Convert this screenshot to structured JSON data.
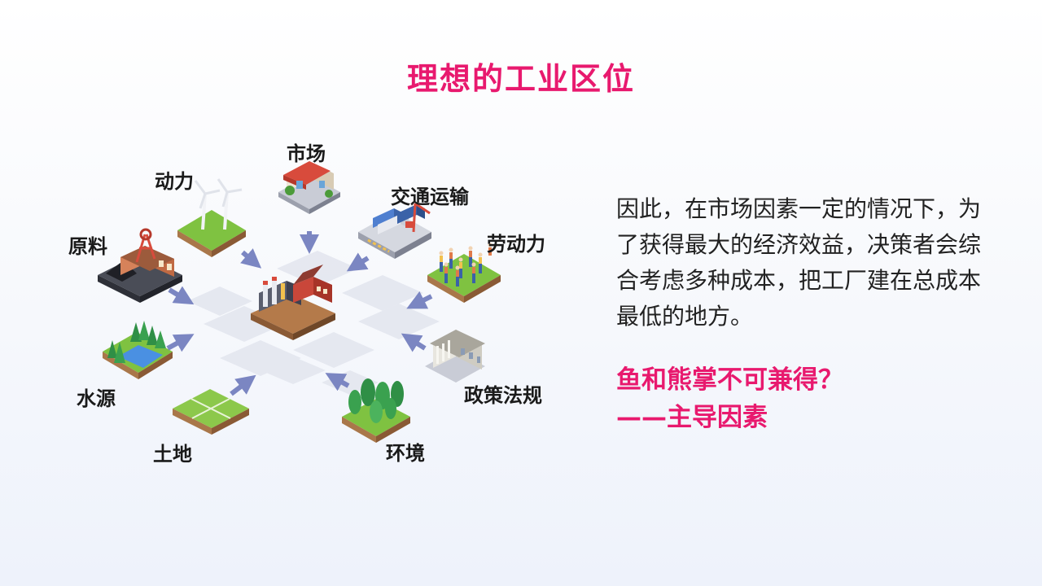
{
  "title": "理想的工业区位",
  "factors": {
    "market": "市场",
    "power": "动力",
    "transport": "交通运输",
    "raw_material": "原料",
    "labor": "劳动力",
    "water": "水源",
    "policy": "政策法规",
    "land": "土地",
    "environment": "环境"
  },
  "body_text": "因此，在市场因素一定的情况下，为了获得最大的经济效益，决策者会综合考虑多种成本，把工厂建在总成本最低的地方。",
  "question_line1": "鱼和熊掌不可兼得？",
  "question_line2": "——主导因素",
  "colors": {
    "accent": "#e8196e",
    "arrow": "#7b86c2",
    "grass": "#7fc241",
    "soil": "#a9774a",
    "building_red": "#d84b3c",
    "tile": "#e3e6ef"
  },
  "icons": [
    "factory-icon",
    "windmill-icon",
    "market-icon",
    "truck-icon",
    "mine-icon",
    "workers-icon",
    "lake-icon",
    "government-building-icon",
    "field-icon",
    "forest-icon"
  ]
}
